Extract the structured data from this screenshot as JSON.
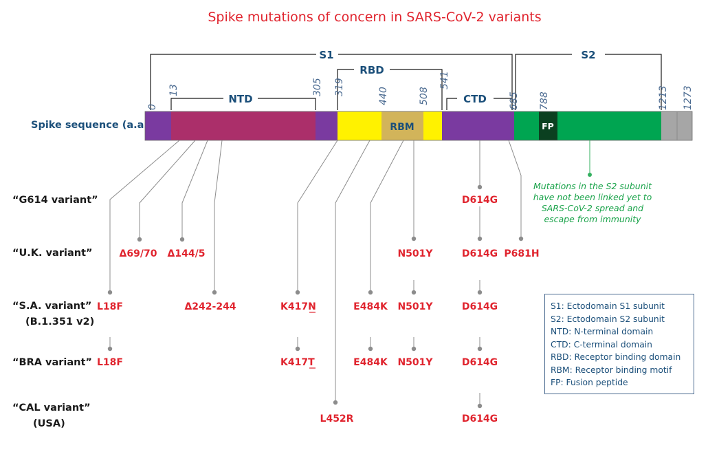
{
  "title": "Spike mutations of concern in SARS-CoV-2 variants",
  "sequence_label": "Spike sequence (a.a.)",
  "positions": [
    "0",
    "13",
    "305",
    "319",
    "440",
    "508",
    "541",
    "685",
    "788",
    "1213",
    "1273"
  ],
  "brackets": {
    "s1": "S1",
    "s2": "S2",
    "ntd": "NTD",
    "rbd": "RBD",
    "ctd": "CTD"
  },
  "domains": {
    "rbm": "RBM",
    "fp": "FP"
  },
  "colors": {
    "purple": "#7a3aa0",
    "ntd": "#ab2f6a",
    "rbd": "#fff200",
    "rbm": "#d2b45a",
    "s2": "#00a551",
    "fp": "#0b4020",
    "tail": "#a6a6a6",
    "mutation": "#e0242e",
    "note": "#1aa34a"
  },
  "variants": [
    {
      "label": "“G614 variant”",
      "sublabel": ""
    },
    {
      "label": "“U.K. variant”",
      "sublabel": ""
    },
    {
      "label": "“S.A. variant”",
      "sublabel": "(B.1.351 v2)"
    },
    {
      "label": "“BRA variant”",
      "sublabel": ""
    },
    {
      "label": "“CAL variant”",
      "sublabel": "(USA)"
    }
  ],
  "mutations": {
    "g614": [
      "D614G"
    ],
    "uk": [
      "Δ69/70",
      "Δ144/5",
      "N501Y",
      "D614G",
      "P681H"
    ],
    "sa": [
      "L18F",
      "Δ242-244",
      "K417",
      "N",
      "E484K",
      "N501Y",
      "D614G"
    ],
    "bra": [
      "L18F",
      "K417",
      "T",
      "E484K",
      "N501Y",
      "D614G"
    ],
    "cal": [
      "L452R",
      "D614G"
    ]
  },
  "s2_note": [
    "Mutations in the S2 subunit",
    "have not been linked yet to",
    "SARS-CoV-2 spread and",
    "escape from immunity"
  ],
  "legend": [
    "S1: Ectodomain S1 subunit",
    "S2: Ectodomain S2 subunit",
    "NTD: N-terminal domain",
    "CTD: C-terminal domain",
    "RBD: Receptor binding domain",
    "RBM: Receptor binding motif",
    "FP: Fusion peptide"
  ]
}
